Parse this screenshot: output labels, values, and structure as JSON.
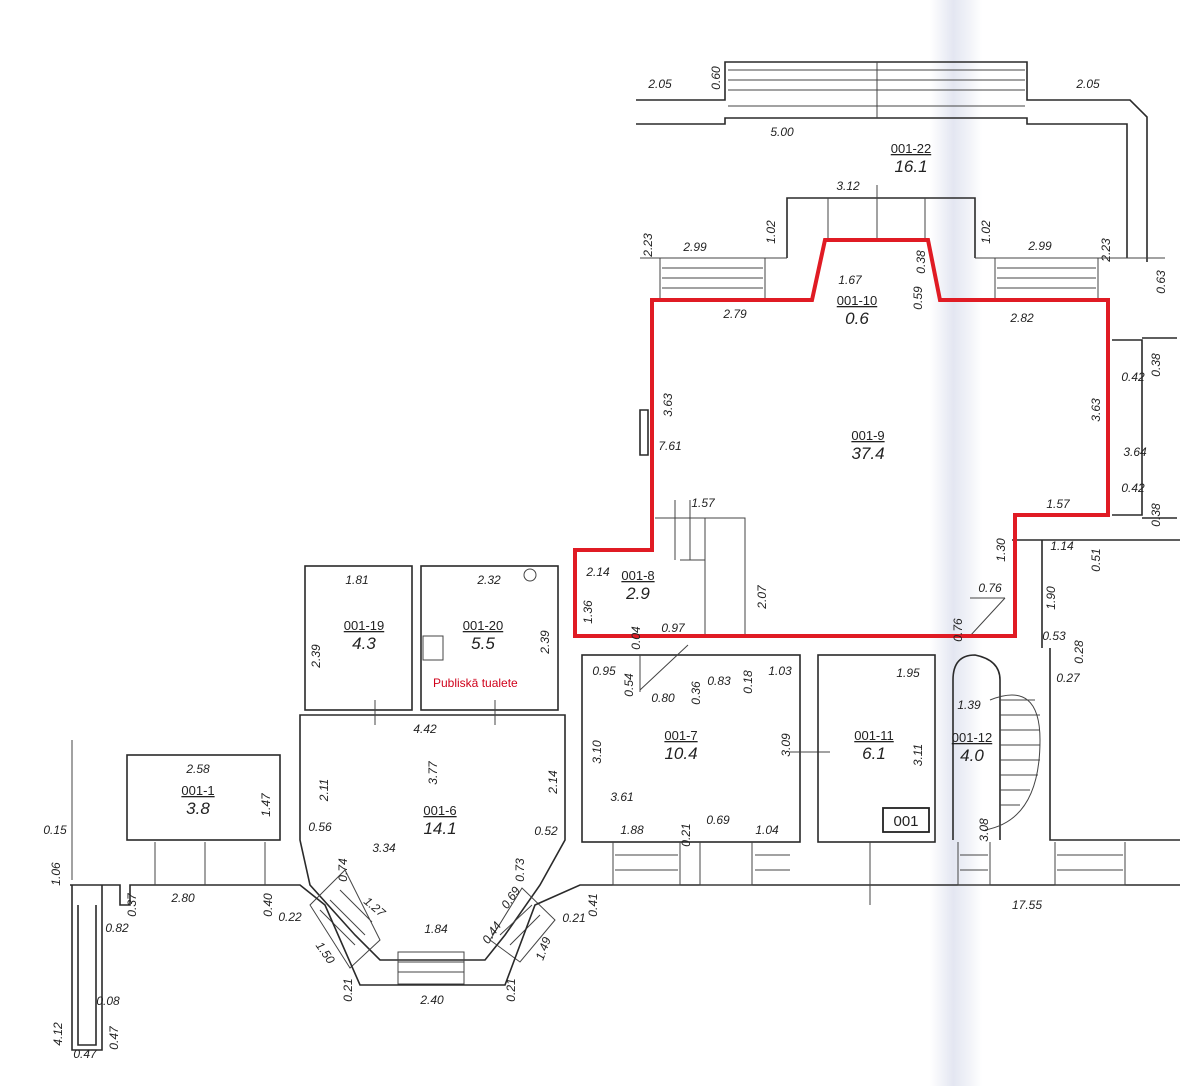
{
  "highlight_color": "#e01b24",
  "note_color": "#d0021b",
  "rooms": [
    {
      "id": "room-001-22",
      "code": "001-22",
      "area": "16.1"
    },
    {
      "id": "room-001-10",
      "code": "001-10",
      "area": "0.6"
    },
    {
      "id": "room-001-9",
      "code": "001-9",
      "area": "37.4"
    },
    {
      "id": "room-001-8",
      "code": "001-8",
      "area": "2.9"
    },
    {
      "id": "room-001-19",
      "code": "001-19",
      "area": "4.3"
    },
    {
      "id": "room-001-20",
      "code": "001-20",
      "area": "5.5"
    },
    {
      "id": "room-001-7",
      "code": "001-7",
      "area": "10.4"
    },
    {
      "id": "room-001-11",
      "code": "001-11",
      "area": "6.1"
    },
    {
      "id": "room-001-12",
      "code": "001-12",
      "area": "4.0"
    },
    {
      "id": "room-001-1",
      "code": "001-1",
      "area": "3.8"
    },
    {
      "id": "room-001-6",
      "code": "001-6",
      "area": "14.1"
    }
  ],
  "note": "Publiskā tualete",
  "building_badge": "001",
  "dimensions": [
    "2.05",
    "0.60",
    "2.05",
    "5.00",
    "3.12",
    "1.02",
    "1.02",
    "2.23",
    "2.99",
    "2.99",
    "2.23",
    "0.63",
    "1.67",
    "0.38",
    "0.59",
    "2.79",
    "2.82",
    "3.63",
    "3.63",
    "7.61",
    "0.42",
    "0.38",
    "3.64",
    "0.42",
    "0.38",
    "1.57",
    "1.57",
    "1.30",
    "1.14",
    "0.51",
    "2.14",
    "1.36",
    "0.04",
    "0.97",
    "2.07",
    "0.76",
    "0.76",
    "1.90",
    "0.53",
    "0.28",
    "0.27",
    "1.81",
    "2.39",
    "2.32",
    "2.39",
    "0.95",
    "0.54",
    "0.80",
    "0.36",
    "0.83",
    "0.18",
    "1.03",
    "1.95",
    "1.39",
    "3.10",
    "3.09",
    "3.11",
    "3.61",
    "1.88",
    "0.21",
    "0.69",
    "1.04",
    "3.08",
    "4.42",
    "2.58",
    "1.47",
    "2.11",
    "3.77",
    "2.14",
    "0.56",
    "0.52",
    "0.15",
    "1.06",
    "0.74",
    "3.34",
    "0.73",
    "1.27",
    "0.69",
    "0.44",
    "0.37",
    "2.80",
    "0.40",
    "0.22",
    "0.82",
    "1.50",
    "1.84",
    "1.49",
    "0.41",
    "0.21",
    "17.55",
    "0.21",
    "0.21",
    "2.40",
    "4.12",
    "0.08",
    "0.47",
    "0.47"
  ]
}
